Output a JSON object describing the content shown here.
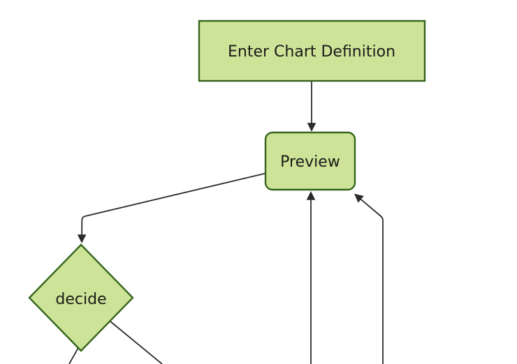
{
  "diagram": {
    "type": "flowchart",
    "orientation": "top-down",
    "background_color": "#ffffff",
    "theme": {
      "node_fill_color": "#cde498",
      "node_border_color": "#35641c",
      "edge_color": "#2b2b2b",
      "label_color": "#1a1a1a"
    },
    "nodes": [
      {
        "id": "enter-chart-definition",
        "shape": "rectangle",
        "label": "Enter Chart Definition"
      },
      {
        "id": "preview",
        "shape": "rounded-rectangle",
        "label": "Preview"
      },
      {
        "id": "decide",
        "shape": "diamond",
        "label": "decide"
      }
    ],
    "edges": [
      {
        "from": "enter-chart-definition",
        "to": "preview",
        "arrowhead": true
      },
      {
        "from": "preview",
        "to": "decide",
        "arrowhead": true
      },
      {
        "from": "offscreen-bottom",
        "to": "preview",
        "arrowhead": true
      },
      {
        "from": "offscreen-bottom-right",
        "to": "preview",
        "arrowhead": true
      },
      {
        "from": "decide",
        "to": "offscreen-bottom-left",
        "arrowhead": false
      },
      {
        "from": "decide",
        "to": "offscreen-bottom-right",
        "arrowhead": false
      }
    ]
  }
}
